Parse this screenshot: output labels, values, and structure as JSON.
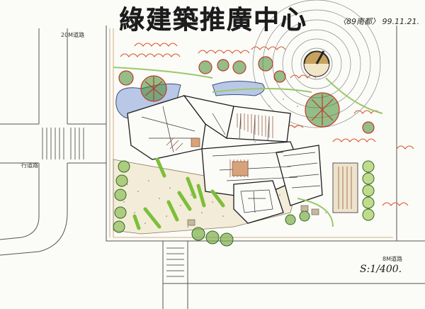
{
  "drawing": {
    "title": "綠建築推廣中心",
    "subtitle": "〈89南都〉 99.11.21.",
    "scale": "S:1/400.",
    "road_labels": {
      "top_left": "20M道路",
      "left_middle": "行道路",
      "bottom_right": "8M道路"
    }
  },
  "colors": {
    "ink": "#1c1c1c",
    "tree_green": "#3f8a2a",
    "light_green": "#b7d37a",
    "tree_red": "#c0392b",
    "water_blue": "#b9c8e6",
    "shrub_red": "#d9572b",
    "paving_tan": "#e9d9b8"
  }
}
